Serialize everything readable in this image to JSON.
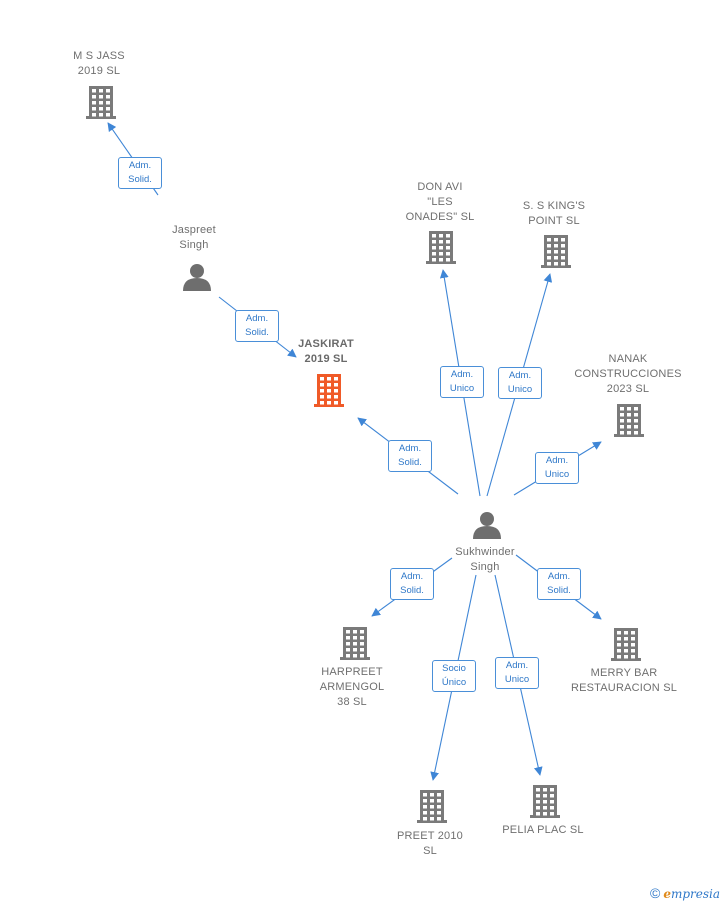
{
  "nodes": {
    "ms_jass": {
      "label": [
        "M S JASS",
        "2019  SL"
      ],
      "type": "company"
    },
    "jaspreet": {
      "label": [
        "Jaspreet",
        "Singh"
      ],
      "type": "person"
    },
    "jaskirat": {
      "label": [
        "JASKIRAT",
        "2019  SL"
      ],
      "type": "company-focus"
    },
    "don_avi": {
      "label": [
        "DON AVI",
        "\"LES",
        "ONADES\"  SL"
      ],
      "type": "company"
    },
    "ss_king": {
      "label": [
        "S. S KING'S",
        "POINT  SL"
      ],
      "type": "company"
    },
    "nanak": {
      "label": [
        "NANAK",
        "CONSTRUCCIONES",
        "2023  SL"
      ],
      "type": "company"
    },
    "sukhwinder": {
      "label": [
        "Sukhwinder",
        "Singh"
      ],
      "type": "person"
    },
    "harpreet": {
      "label": [
        "HARPREET",
        "ARMENGOL",
        "38  SL"
      ],
      "type": "company"
    },
    "merry_bar": {
      "label": [
        "MERRY BAR",
        "RESTAURACION SL"
      ],
      "type": "company"
    },
    "preet": {
      "label": [
        "PREET 2010",
        "SL"
      ],
      "type": "company"
    },
    "pelia": {
      "label": [
        "PELIA PLAC  SL"
      ],
      "type": "company"
    }
  },
  "edges": {
    "e1": [
      "Adm.",
      "Solid."
    ],
    "e2": [
      "Adm.",
      "Solid."
    ],
    "e3": [
      "Adm.",
      "Solid."
    ],
    "e4": [
      "Adm.",
      "Unico"
    ],
    "e5": [
      "Adm.",
      "Unico"
    ],
    "e6": [
      "Adm.",
      "Unico"
    ],
    "e7": [
      "Adm.",
      "Solid."
    ],
    "e8": [
      "Adm.",
      "Solid."
    ],
    "e9": [
      "Socio",
      "Único"
    ],
    "e10": [
      "Adm.",
      "Unico"
    ]
  },
  "colors": {
    "company": "#7a7a7a",
    "focus": "#f05a28",
    "person": "#6e6e6e",
    "edge": "#3f86d6"
  },
  "footer": {
    "copyright": "©",
    "brand_initial": "e",
    "brand_rest": "mpresia"
  }
}
